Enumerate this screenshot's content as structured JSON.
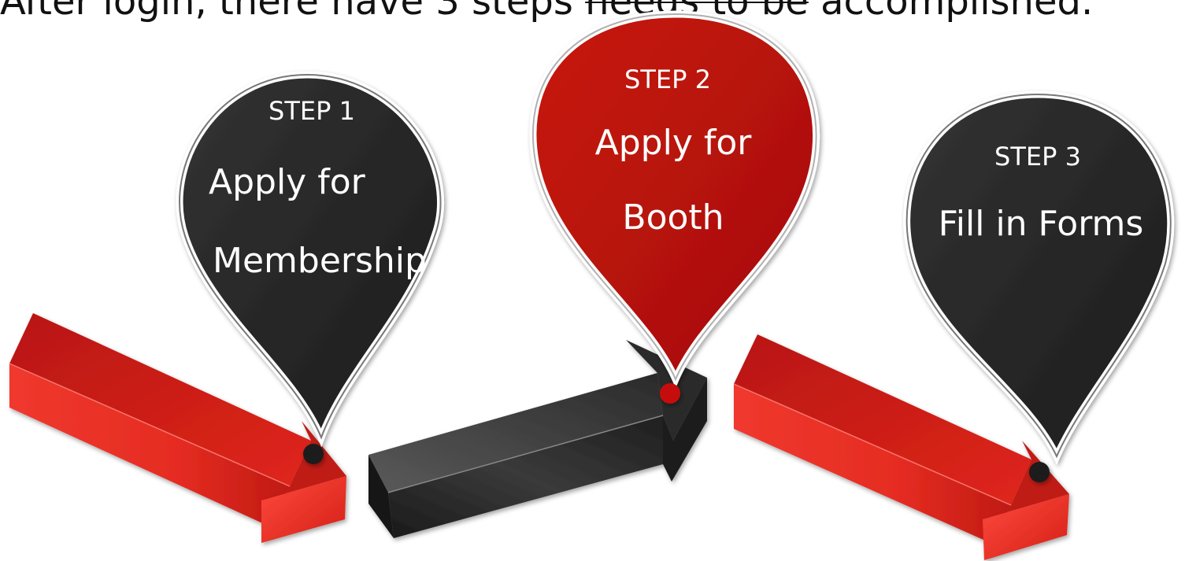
{
  "headline": {
    "lead": "After login, there have 3 steps ",
    "struck": "needs to be",
    "tail": " accomplished."
  },
  "colors": {
    "pin_dark": "#2a2a2a",
    "pin_red": "#b3120b",
    "arrow_red": "#e8322a",
    "arrow_black": "#2e2e2e",
    "rim": "#ffffff"
  },
  "steps": [
    {
      "label": "STEP 1",
      "title_line1": "Apply for",
      "title_line2": "Membership",
      "pin_color": "dark",
      "icon": "map-pin-icon"
    },
    {
      "label": "STEP 2",
      "title_line1": "Apply for",
      "title_line2": "Booth",
      "pin_color": "red",
      "icon": "map-pin-icon"
    },
    {
      "label": "STEP 3",
      "title_line1": "Fill in Forms",
      "title_line2": "",
      "pin_color": "dark",
      "icon": "map-pin-icon"
    }
  ],
  "arrows": [
    {
      "color": "red",
      "icon": "arrow-right-icon"
    },
    {
      "color": "black",
      "icon": "arrow-right-icon"
    },
    {
      "color": "red",
      "icon": "arrow-right-icon"
    }
  ]
}
